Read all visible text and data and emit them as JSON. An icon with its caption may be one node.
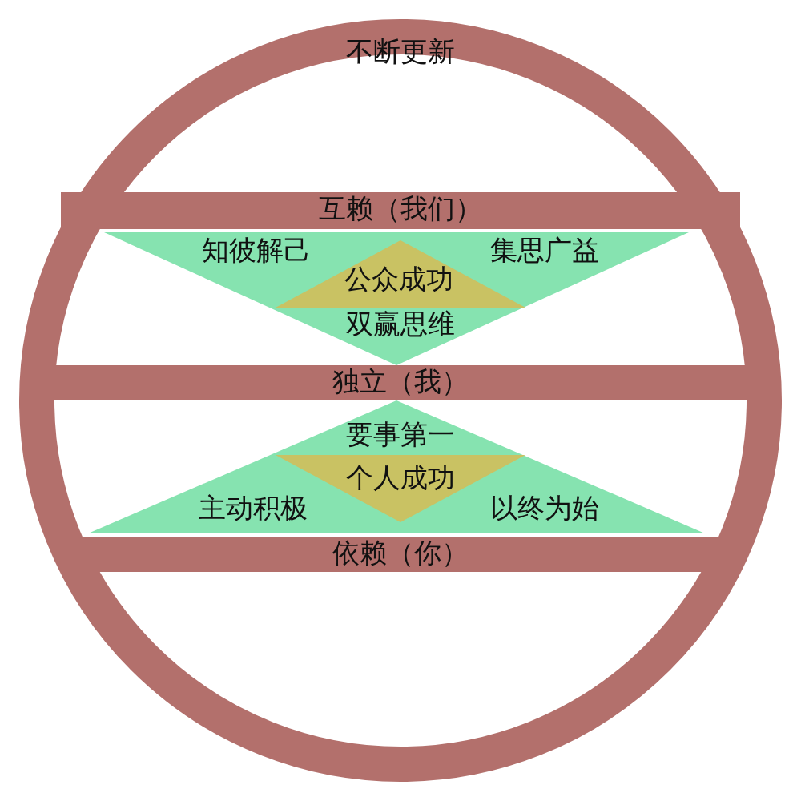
{
  "diagram": {
    "nodes": [
      {
        "text": [
          "不断更新"
        ]
      },
      {
        "text": [
          "互赖（我们）"
        ],
        "in": 0
      },
      {
        "text": [
          "知彼解己",
          "集思广益",
          "双赢思维"
        ],
        "in": 0
      },
      {
        "text": [
          "公众成功"
        ],
        "in": 2
      },
      {
        "text": [
          "独立（我）"
        ],
        "in": 0
      },
      {
        "text": [
          "要事第一",
          "主动积极",
          "以终为始"
        ],
        "in": 0
      },
      {
        "text": [
          "个人成功"
        ],
        "in": 5
      },
      {
        "text": [
          "依赖（你）"
        ],
        "in": 0
      }
    ]
  }
}
